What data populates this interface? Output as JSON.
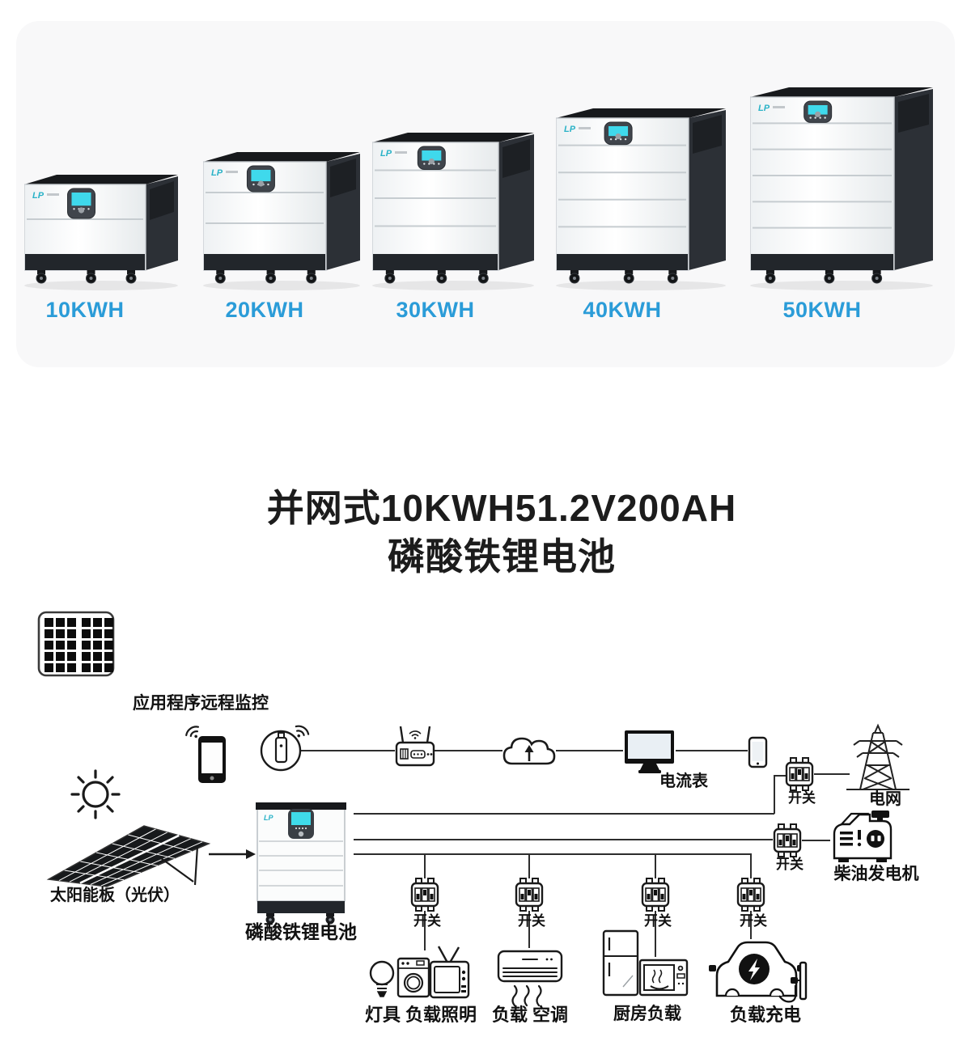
{
  "brand": {
    "logo_text": "LP"
  },
  "products": {
    "label_color": "#2b9cd8",
    "items": [
      {
        "label": "10KWH",
        "modules": 2
      },
      {
        "label": "20KWH",
        "modules": 3
      },
      {
        "label": "30KWH",
        "modules": 4
      },
      {
        "label": "40KWH",
        "modules": 5
      },
      {
        "label": "50KWH",
        "modules": 6
      }
    ]
  },
  "title": {
    "line1": "并网式10KWH51.2V200AH",
    "line2": "磷酸铁锂电池"
  },
  "diagram": {
    "labels": {
      "app_monitor": "应用程序远程监控",
      "solar_panel": "太阳能板（光伏）",
      "battery": "磷酸铁锂电池",
      "current_meter": "电流表",
      "grid": "电网",
      "switch": "开关",
      "diesel_generator": "柴油发电机",
      "load_lighting": "灯具 负载照明",
      "load_ac": "负载 空调",
      "load_kitchen": "厨房负载",
      "load_charging": "负载充电"
    }
  }
}
